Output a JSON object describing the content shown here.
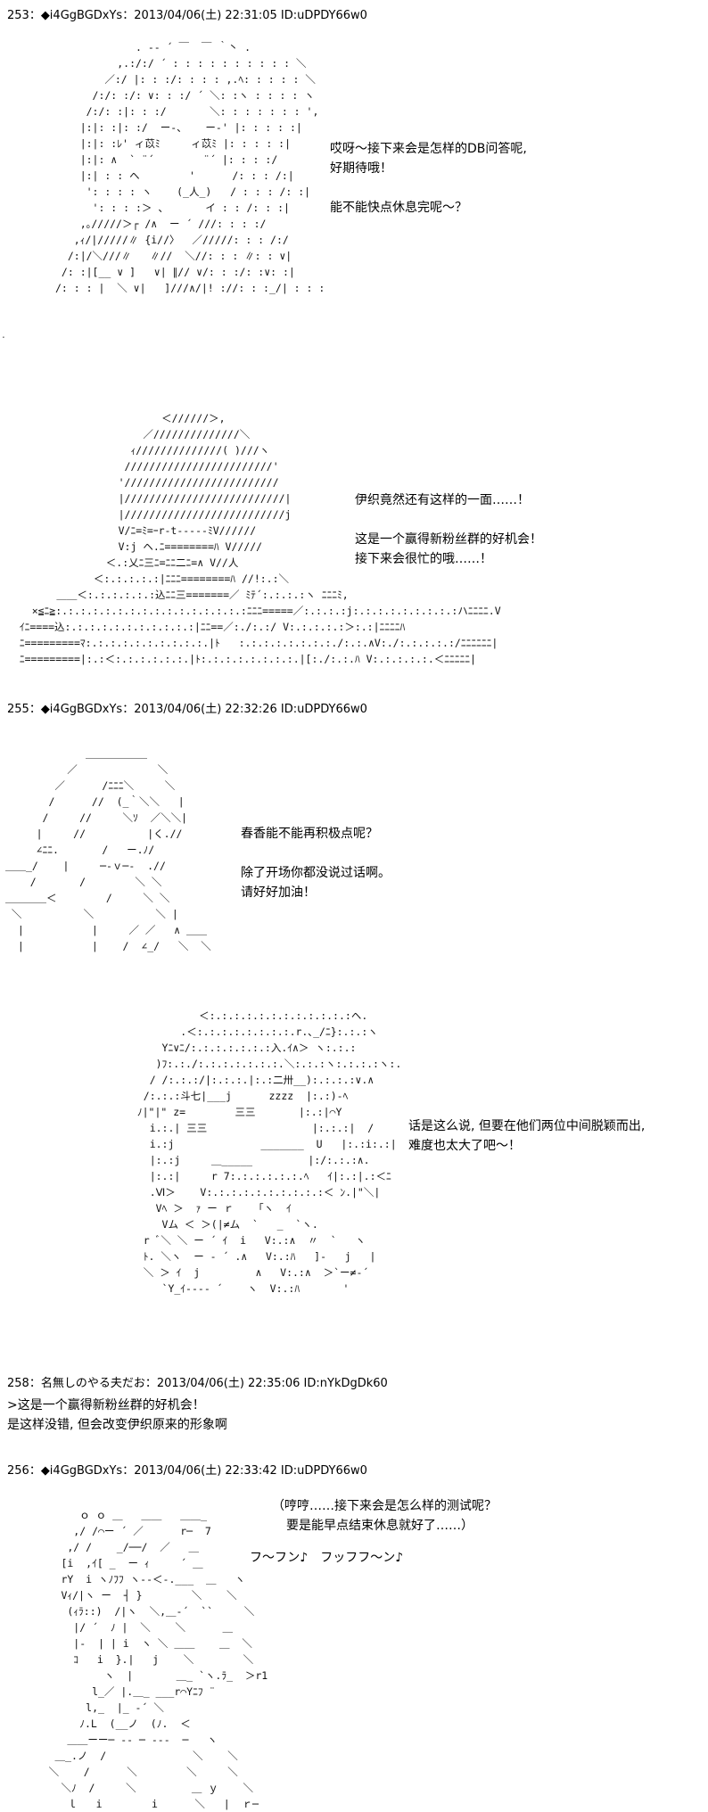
{
  "posts": [
    {
      "header": "253：◆i4GgBGDxYs：2013/04/06(土) 22:31:05 ID:uDPDY66w0",
      "speech": [
        "哎呀～接下来会是怎样的DB问答呢,",
        "好期待哦！",
        "能不能快点休息完呢～？"
      ]
    },
    {
      "header": "",
      "speech": [
        "伊织竟然还有这样的一面……！",
        "这是一个赢得新粉丝群的好机会！",
        "接下来会很忙的哦……！"
      ]
    },
    {
      "header": "255：◆i4GgBGDxYs：2013/04/06(土) 22:32:26 ID:uDPDY66w0",
      "speech": [
        "春香能不能再积极点呢？",
        "除了开场你都没说过话啊。",
        "请好好加油！"
      ]
    },
    {
      "header": "",
      "speech": [
        "话是这么说, 但要在他们两位中间脱颖而出,",
        "难度也太大了吧～！"
      ]
    },
    {
      "header": "258：名無しのやる夫だお：2013/04/06(土) 22:35:06 ID:nYkDgDk60",
      "speech": [
        "&gt;这是一个赢得新粉丝群的好机会！",
        "是这样没错, 但会改变伊织原来的形象啊"
      ]
    },
    {
      "header": "256：◆i4GgBGDxYs：2013/04/06(土) 22:33:42 ID:uDPDY66w0",
      "speech": [
        "（哼哼……接下来会是怎么样的测试呢？",
        "要是能早点结束休息就好了……）"
      ],
      "hum": "フ～フン♪　フッフフ～ン♪"
    }
  ],
  "reply_prefix": ">",
  "side_mark": "."
}
